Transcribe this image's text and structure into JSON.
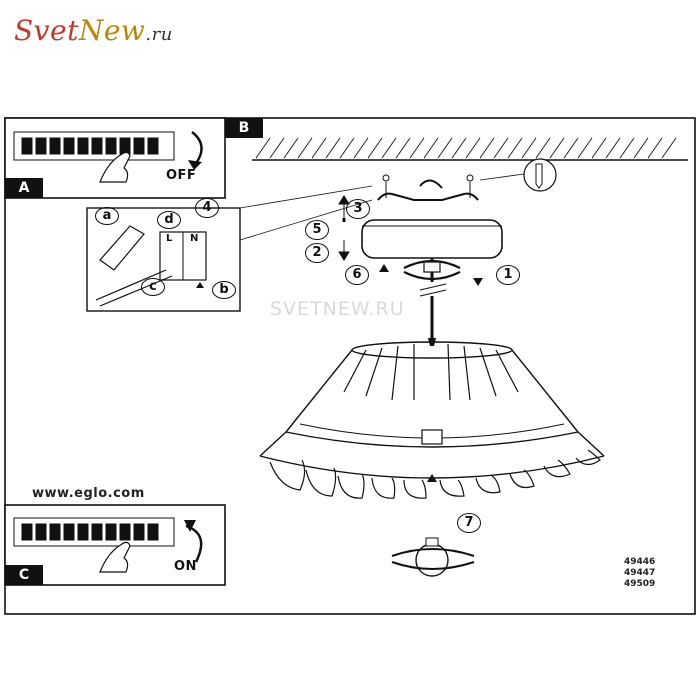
{
  "logo": {
    "part1": "Svet",
    "part2": "New",
    "part3": ".ru"
  },
  "watermark": "SVETNEW.RU",
  "website": "www.eglo.com",
  "panels": {
    "A": "A",
    "B": "B",
    "C": "C"
  },
  "actions": {
    "off": "OFF",
    "on": "ON"
  },
  "steps": {
    "s1": "1",
    "s2": "2",
    "s3": "3",
    "s4": "4",
    "s5": "5",
    "s6": "6",
    "s7": "7"
  },
  "wiring_labels": {
    "a": "a",
    "b": "b",
    "c": "c",
    "d": "d",
    "L": "L",
    "N": "N"
  },
  "models": [
    "49446",
    "49447",
    "49509"
  ],
  "colors": {
    "ink": "#111111",
    "logo_red": "#c0392b",
    "logo_gold": "#b8860b",
    "watermark": "#d9d9d9"
  }
}
